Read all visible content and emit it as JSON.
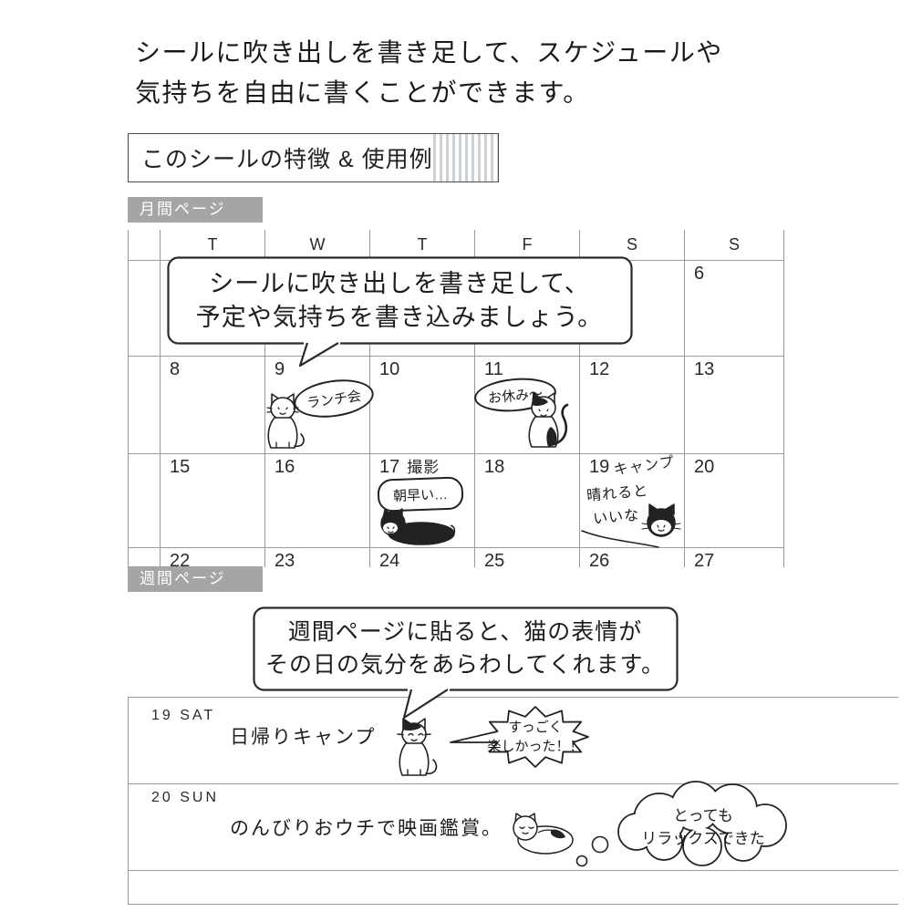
{
  "intro": {
    "line1": "シールに吹き出しを書き足して、スケジュールや",
    "line2": "気持ちを自由に書くことができます。"
  },
  "feature": {
    "title": "このシールの特徴 & 使用例"
  },
  "monthly": {
    "label": "月間ページ",
    "bubble": {
      "line1": "シールに吹き出しを書き足して、",
      "line2": "予定や気持ちを書き込みましょう。"
    },
    "calendar": {
      "day_headers": [
        "T",
        "W",
        "T",
        "F",
        "S",
        "S"
      ],
      "week1": [
        "",
        "",
        "",
        "",
        "",
        "6"
      ],
      "week2": [
        "8",
        "9",
        "10",
        "11",
        "12",
        "13"
      ],
      "week3": [
        "15",
        "16",
        "17",
        "18",
        "19",
        "20"
      ],
      "week4": [
        "22",
        "23",
        "24",
        "25",
        "26",
        "27"
      ],
      "notes": {
        "lunch": "ランチ会",
        "dayoff": "お休み〜",
        "shoot": "撮影",
        "early": "朝早い…",
        "camp": "キャンプ",
        "sunny1": "晴れると",
        "sunny2": "いいな"
      }
    }
  },
  "weekly": {
    "label": "週間ページ",
    "bubble": {
      "line1": "週間ページに貼ると、猫の表情が",
      "line2": "その日の気分をあらわしてくれます。"
    },
    "sat": {
      "day": "19 SAT",
      "entry": "日帰りキャンプ",
      "bubble_line1": "すっごく",
      "bubble_line2": "楽しかった！！"
    },
    "sun": {
      "day": "20 SUN",
      "entry": "のんびりおウチで映画鑑賞。",
      "bubble_line1": "とっても",
      "bubble_line2": "リラックスできた"
    }
  },
  "colors": {
    "label_bg": "#a5a5a5",
    "grid_line": "#9a9a9a",
    "ink": "#1f1f1f"
  }
}
